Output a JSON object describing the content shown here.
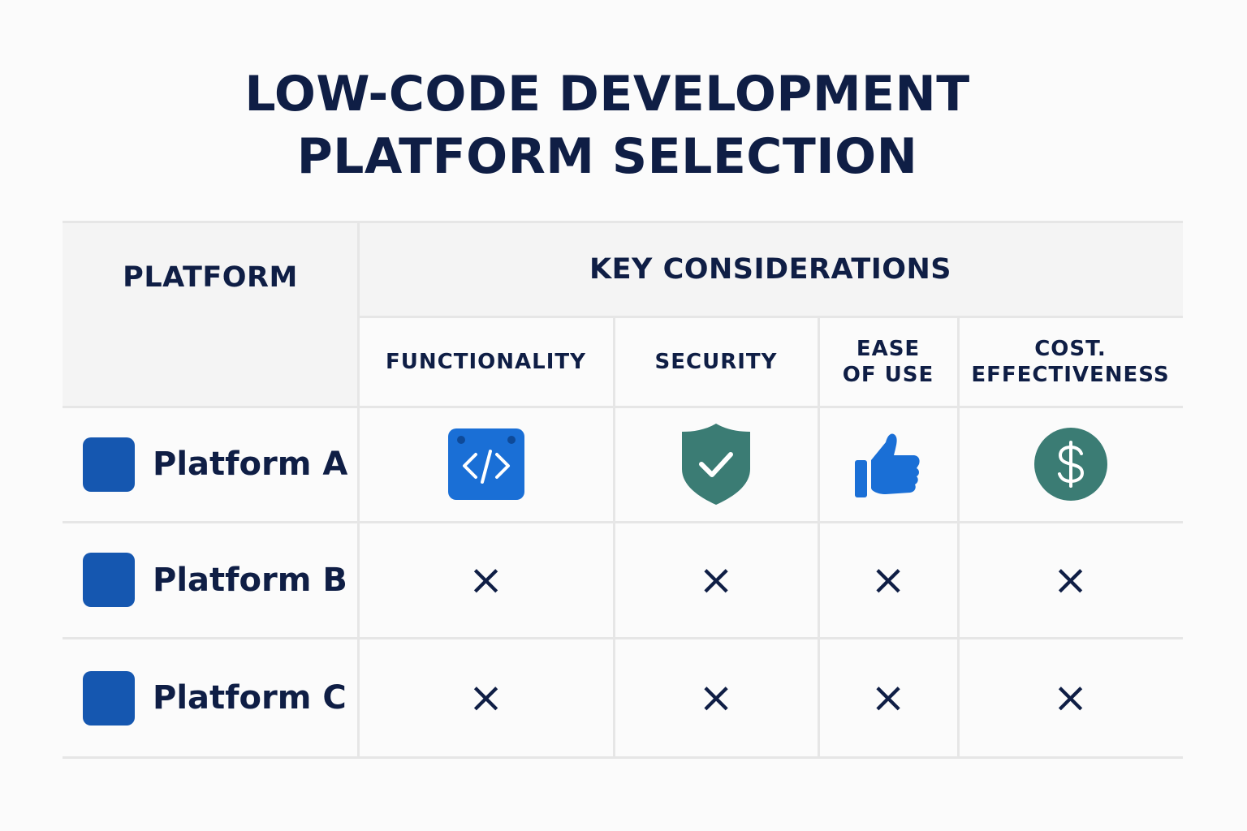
{
  "title": {
    "line1": "LOW-CODE DEVELOPMENT",
    "line2": "PLATFORM SELECTION"
  },
  "header": {
    "platform_label": "PLATFORM",
    "group_label": "KEY CONSIDERATIONS",
    "columns": [
      {
        "line1": "FUNCTIONALITY",
        "line2": ""
      },
      {
        "line1": "SECURITY",
        "line2": ""
      },
      {
        "line1": "EASE",
        "line2": "OF USE"
      },
      {
        "line1": "COST.",
        "line2": "EFFECTIVENESS"
      }
    ]
  },
  "rows": [
    {
      "name": "Platform A",
      "cells": [
        "code-window-icon",
        "shield-check-icon",
        "thumbs-up-icon",
        "dollar-coin-icon"
      ]
    },
    {
      "name": "Platform B",
      "cells": [
        "×",
        "×",
        "×",
        "×"
      ]
    },
    {
      "name": "Platform C",
      "cells": [
        "×",
        "×",
        "×",
        "×"
      ]
    }
  ],
  "colors": {
    "title": "#0f1e45",
    "swatch": "#1557b0",
    "code_icon": "#1a6fd6",
    "shield_icon": "#3b7c74",
    "thumb_icon": "#1a6fd6",
    "coin_icon": "#3b7c74",
    "grid": "#e6e6e6",
    "header_bg": "#f4f4f4"
  }
}
